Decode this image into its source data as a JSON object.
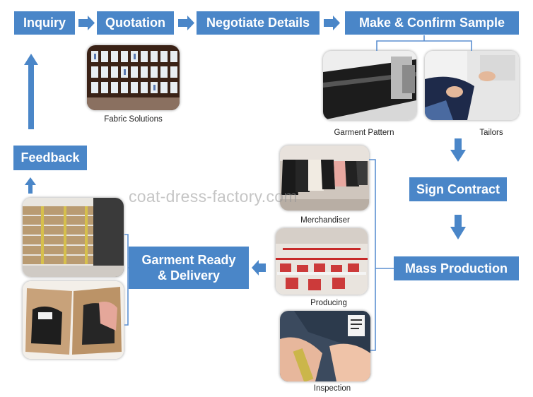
{
  "colors": {
    "step_fill": "#4a86c8",
    "step_text": "#ffffff",
    "arrow": "#4a86c8",
    "bracket": "#5b8fd0"
  },
  "steps": {
    "inquiry": "Inquiry",
    "quotation": "Quotation",
    "negotiate": "Negotiate Details",
    "sample": "Make & Confirm Sample",
    "contract": "Sign Contract",
    "mass": "Mass Production",
    "delivery_line1": "Garment Ready",
    "delivery_line2": "& Delivery",
    "feedback": "Feedback"
  },
  "captions": {
    "fabric": "Fabric Solutions",
    "pattern": "Garment Pattern",
    "tailors": "Tailors",
    "merchandiser": "Merchandiser",
    "producing": "Producing",
    "inspection": "Inspection"
  },
  "watermark": "coat-dress-factory.com"
}
